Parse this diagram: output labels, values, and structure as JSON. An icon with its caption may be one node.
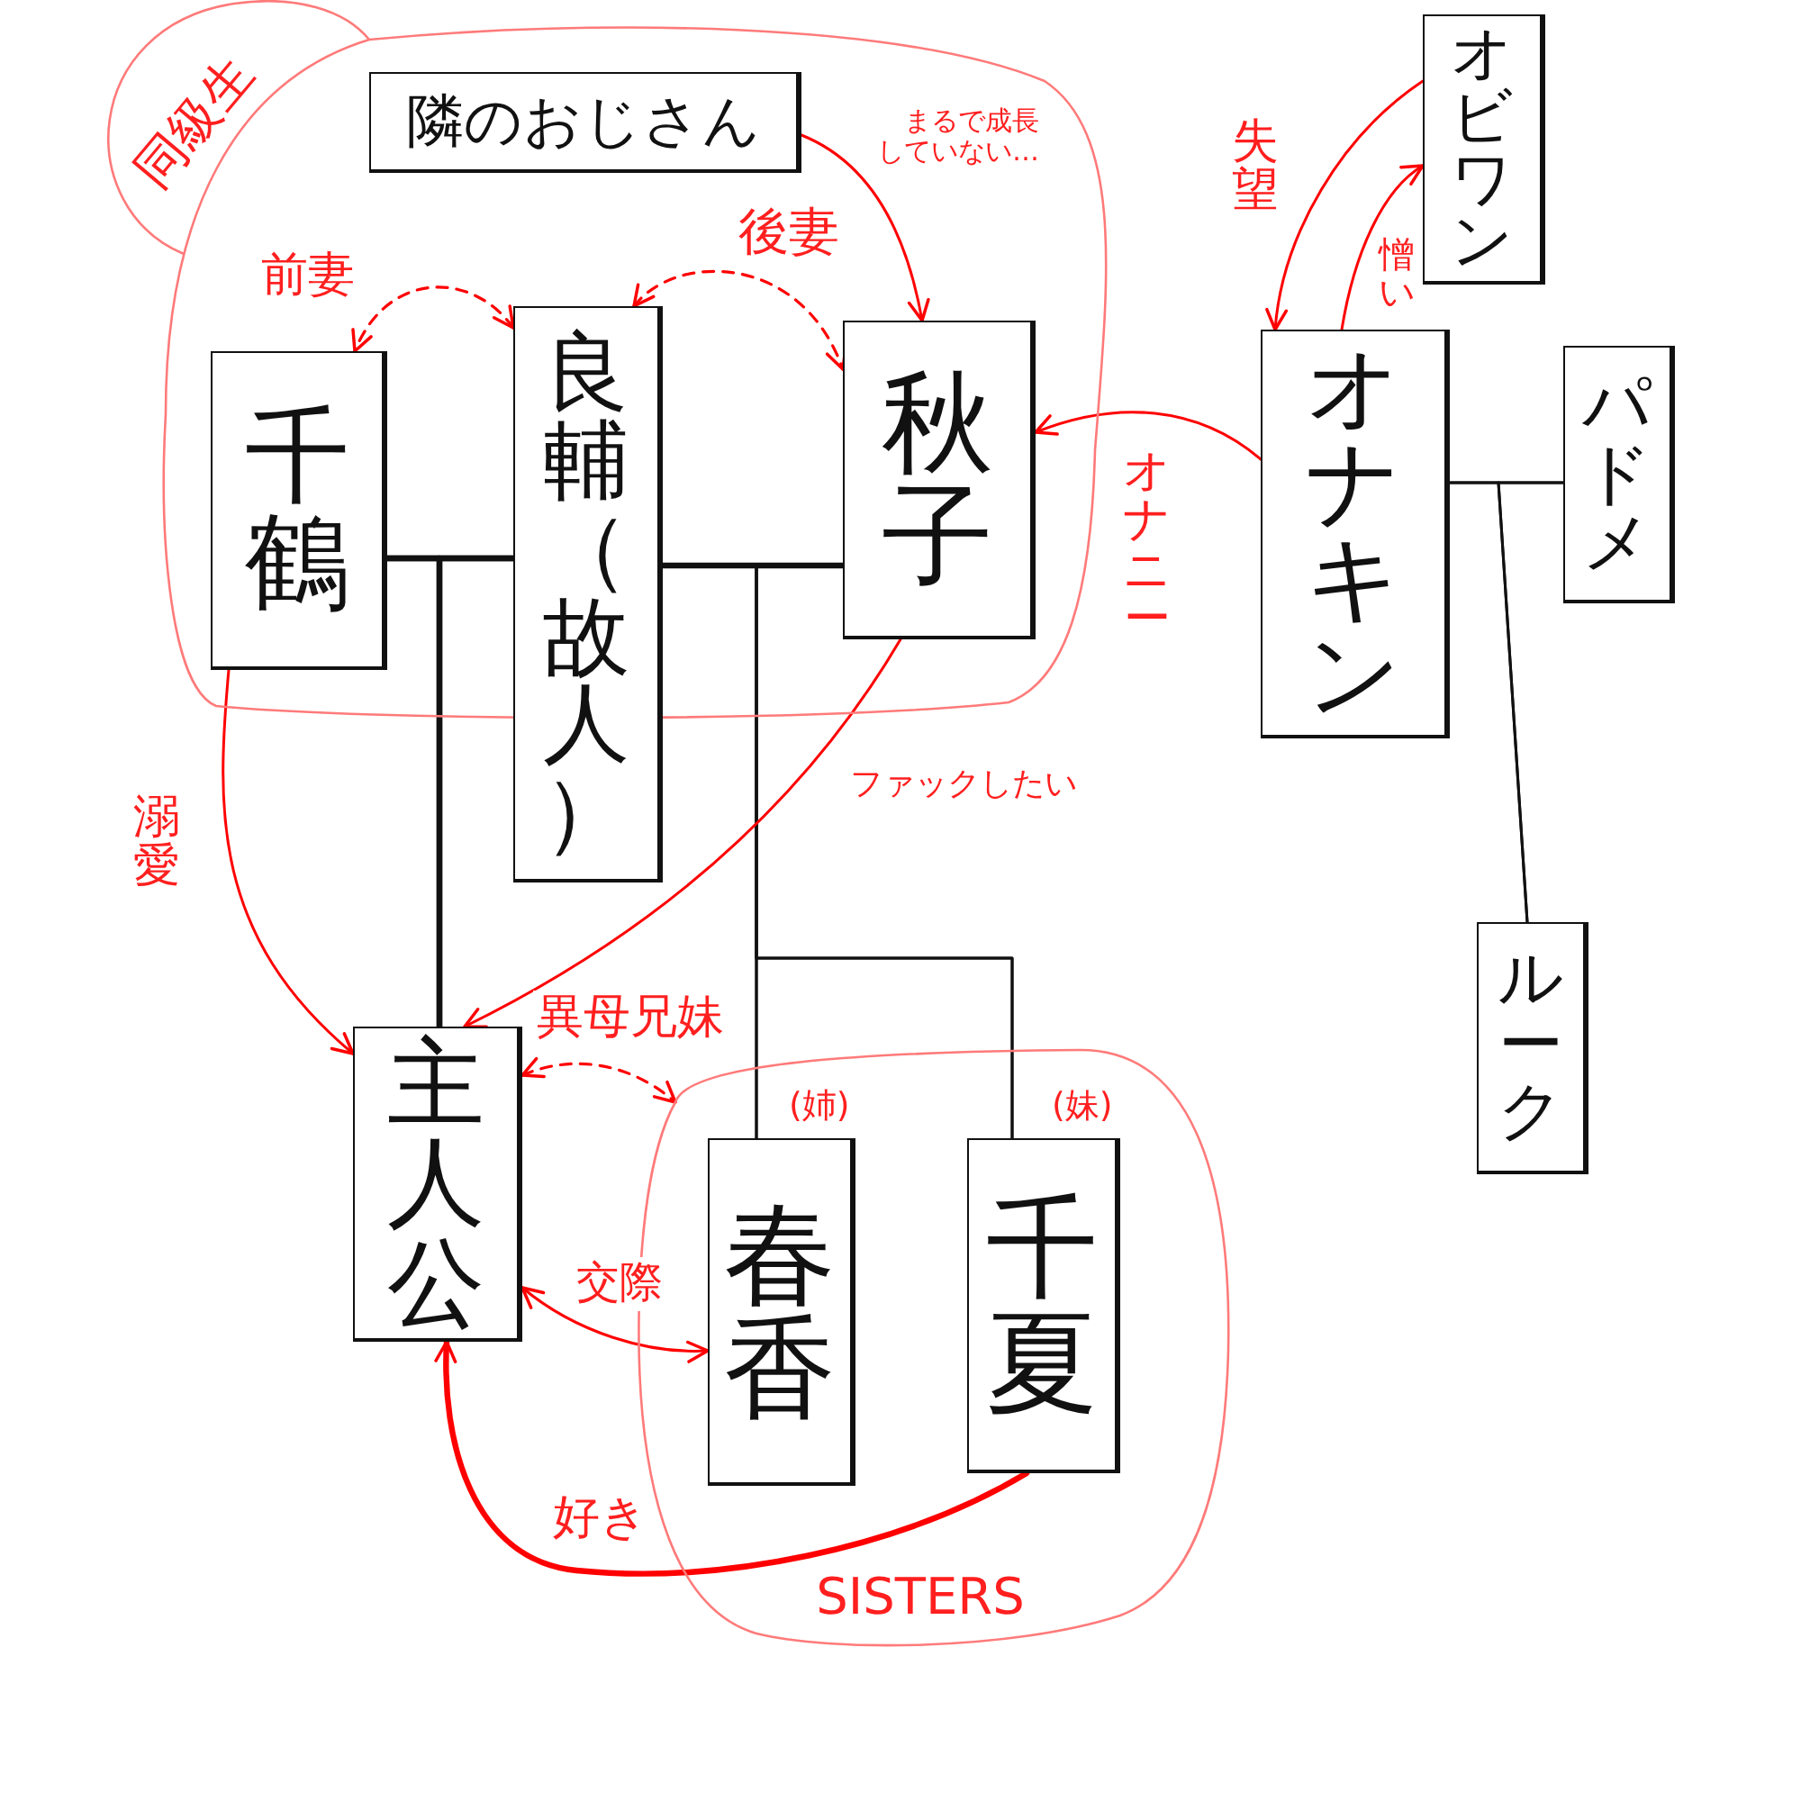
{
  "diagram": {
    "nodes": [
      {
        "text": [
          "同級生"
        ]
      },
      {
        "text": [
          "隣のおじさん"
        ],
        "in": 0
      },
      {
        "text": [
          "千鶴"
        ],
        "in": 0
      },
      {
        "text": [
          "良輔（故人）"
        ]
      },
      {
        "text": [
          "秋子"
        ],
        "in": 0
      },
      {
        "text": [
          "オビワン"
        ]
      },
      {
        "text": [
          "オナキン"
        ]
      },
      {
        "text": [
          "パドメ"
        ]
      },
      {
        "text": [
          "ルーク"
        ]
      },
      {
        "text": [
          "主人公"
        ]
      },
      {
        "text": [
          "SISTERS"
        ]
      },
      {
        "text": [
          "春香"
        ],
        "in": 10,
        "beside": [
          "(姉)"
        ]
      },
      {
        "text": [
          "千夏"
        ],
        "in": 10,
        "beside": [
          "(妹)"
        ]
      }
    ],
    "edges": [
      {
        "from": 2,
        "to": 3,
        "arrow": "none",
        "style": "thick"
      },
      {
        "from": 2,
        "to": 9,
        "arrow": "none",
        "style": "thick"
      },
      {
        "from": 3,
        "to": 9,
        "arrow": "none",
        "style": "thick"
      },
      {
        "from": 3,
        "to": 4,
        "arrow": "none",
        "style": "thick"
      },
      {
        "from": 3,
        "to": 11,
        "arrow": "none"
      },
      {
        "from": 4,
        "to": 11,
        "arrow": "none"
      },
      {
        "from": 3,
        "to": 12,
        "arrow": "none"
      },
      {
        "from": 4,
        "to": 12,
        "arrow": "none"
      },
      {
        "from": 6,
        "to": 7,
        "arrow": "none"
      },
      {
        "from": 6,
        "to": 8,
        "arrow": "none"
      },
      {
        "from": 7,
        "to": 8,
        "arrow": "none"
      },
      {
        "from": 3,
        "to": 2,
        "arrow": "both",
        "label": "前妻",
        "style": "dashed",
        "color": "#ff0000"
      },
      {
        "from": 3,
        "to": 4,
        "arrow": "both",
        "label": "後妻",
        "style": "dashed",
        "color": "#ff0000"
      },
      {
        "from": 1,
        "to": 4,
        "arrow": "to",
        "label": "まるで成長していない…",
        "color": "#ff0000"
      },
      {
        "from": 5,
        "to": 6,
        "arrow": "to",
        "label": "失望",
        "color": "#ff0000"
      },
      {
        "from": 6,
        "to": 5,
        "arrow": "to",
        "label": "憎い",
        "color": "#ff0000"
      },
      {
        "from": 6,
        "to": 4,
        "arrow": "to",
        "label": "オナニー",
        "color": "#ff0000"
      },
      {
        "from": 4,
        "to": 9,
        "arrow": "to",
        "label": "ファックしたい",
        "color": "#ff0000"
      },
      {
        "from": 2,
        "to": 9,
        "arrow": "to",
        "label": "溺愛",
        "color": "#ff0000"
      },
      {
        "from": 9,
        "to": 10,
        "arrow": "both",
        "label": "異母兄妹",
        "style": "dashed",
        "color": "#ff0000"
      },
      {
        "from": 9,
        "to": 11,
        "arrow": "both",
        "label": "交際",
        "color": "#ff0000"
      },
      {
        "from": 12,
        "to": 9,
        "arrow": "to",
        "label": "好き",
        "style": "thick",
        "color": "#ff0000"
      }
    ]
  }
}
